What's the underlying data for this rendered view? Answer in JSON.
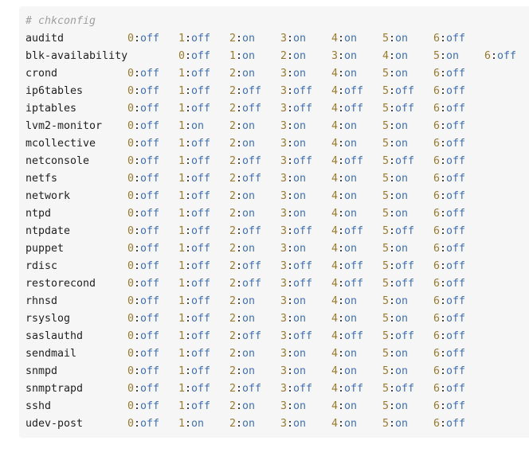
{
  "comment": "# chkconfig",
  "rows": [
    {
      "service": "auditd",
      "levels": [
        [
          "0",
          "off"
        ],
        [
          "1",
          "off"
        ],
        [
          "2",
          "on"
        ],
        [
          "3",
          "on"
        ],
        [
          "4",
          "on"
        ],
        [
          "5",
          "on"
        ],
        [
          "6",
          "off"
        ]
      ]
    },
    {
      "service": "blk-availability",
      "levels": [
        [
          "0",
          "off"
        ],
        [
          "1",
          "on"
        ],
        [
          "2",
          "on"
        ],
        [
          "3",
          "on"
        ],
        [
          "4",
          "on"
        ],
        [
          "5",
          "on"
        ],
        [
          "6",
          "off"
        ]
      ]
    },
    {
      "service": "crond",
      "levels": [
        [
          "0",
          "off"
        ],
        [
          "1",
          "off"
        ],
        [
          "2",
          "on"
        ],
        [
          "3",
          "on"
        ],
        [
          "4",
          "on"
        ],
        [
          "5",
          "on"
        ],
        [
          "6",
          "off"
        ]
      ]
    },
    {
      "service": "ip6tables",
      "levels": [
        [
          "0",
          "off"
        ],
        [
          "1",
          "off"
        ],
        [
          "2",
          "off"
        ],
        [
          "3",
          "off"
        ],
        [
          "4",
          "off"
        ],
        [
          "5",
          "off"
        ],
        [
          "6",
          "off"
        ]
      ]
    },
    {
      "service": "iptables",
      "levels": [
        [
          "0",
          "off"
        ],
        [
          "1",
          "off"
        ],
        [
          "2",
          "off"
        ],
        [
          "3",
          "off"
        ],
        [
          "4",
          "off"
        ],
        [
          "5",
          "off"
        ],
        [
          "6",
          "off"
        ]
      ]
    },
    {
      "service": "lvm2-monitor",
      "levels": [
        [
          "0",
          "off"
        ],
        [
          "1",
          "on"
        ],
        [
          "2",
          "on"
        ],
        [
          "3",
          "on"
        ],
        [
          "4",
          "on"
        ],
        [
          "5",
          "on"
        ],
        [
          "6",
          "off"
        ]
      ]
    },
    {
      "service": "mcollective",
      "levels": [
        [
          "0",
          "off"
        ],
        [
          "1",
          "off"
        ],
        [
          "2",
          "on"
        ],
        [
          "3",
          "on"
        ],
        [
          "4",
          "on"
        ],
        [
          "5",
          "on"
        ],
        [
          "6",
          "off"
        ]
      ]
    },
    {
      "service": "netconsole",
      "levels": [
        [
          "0",
          "off"
        ],
        [
          "1",
          "off"
        ],
        [
          "2",
          "off"
        ],
        [
          "3",
          "off"
        ],
        [
          "4",
          "off"
        ],
        [
          "5",
          "off"
        ],
        [
          "6",
          "off"
        ]
      ]
    },
    {
      "service": "netfs",
      "levels": [
        [
          "0",
          "off"
        ],
        [
          "1",
          "off"
        ],
        [
          "2",
          "off"
        ],
        [
          "3",
          "on"
        ],
        [
          "4",
          "on"
        ],
        [
          "5",
          "on"
        ],
        [
          "6",
          "off"
        ]
      ]
    },
    {
      "service": "network",
      "levels": [
        [
          "0",
          "off"
        ],
        [
          "1",
          "off"
        ],
        [
          "2",
          "on"
        ],
        [
          "3",
          "on"
        ],
        [
          "4",
          "on"
        ],
        [
          "5",
          "on"
        ],
        [
          "6",
          "off"
        ]
      ]
    },
    {
      "service": "ntpd",
      "levels": [
        [
          "0",
          "off"
        ],
        [
          "1",
          "off"
        ],
        [
          "2",
          "on"
        ],
        [
          "3",
          "on"
        ],
        [
          "4",
          "on"
        ],
        [
          "5",
          "on"
        ],
        [
          "6",
          "off"
        ]
      ]
    },
    {
      "service": "ntpdate",
      "levels": [
        [
          "0",
          "off"
        ],
        [
          "1",
          "off"
        ],
        [
          "2",
          "off"
        ],
        [
          "3",
          "off"
        ],
        [
          "4",
          "off"
        ],
        [
          "5",
          "off"
        ],
        [
          "6",
          "off"
        ]
      ]
    },
    {
      "service": "puppet",
      "levels": [
        [
          "0",
          "off"
        ],
        [
          "1",
          "off"
        ],
        [
          "2",
          "on"
        ],
        [
          "3",
          "on"
        ],
        [
          "4",
          "on"
        ],
        [
          "5",
          "on"
        ],
        [
          "6",
          "off"
        ]
      ]
    },
    {
      "service": "rdisc",
      "levels": [
        [
          "0",
          "off"
        ],
        [
          "1",
          "off"
        ],
        [
          "2",
          "off"
        ],
        [
          "3",
          "off"
        ],
        [
          "4",
          "off"
        ],
        [
          "5",
          "off"
        ],
        [
          "6",
          "off"
        ]
      ]
    },
    {
      "service": "restorecond",
      "levels": [
        [
          "0",
          "off"
        ],
        [
          "1",
          "off"
        ],
        [
          "2",
          "off"
        ],
        [
          "3",
          "off"
        ],
        [
          "4",
          "off"
        ],
        [
          "5",
          "off"
        ],
        [
          "6",
          "off"
        ]
      ]
    },
    {
      "service": "rhnsd",
      "levels": [
        [
          "0",
          "off"
        ],
        [
          "1",
          "off"
        ],
        [
          "2",
          "on"
        ],
        [
          "3",
          "on"
        ],
        [
          "4",
          "on"
        ],
        [
          "5",
          "on"
        ],
        [
          "6",
          "off"
        ]
      ]
    },
    {
      "service": "rsyslog",
      "levels": [
        [
          "0",
          "off"
        ],
        [
          "1",
          "off"
        ],
        [
          "2",
          "on"
        ],
        [
          "3",
          "on"
        ],
        [
          "4",
          "on"
        ],
        [
          "5",
          "on"
        ],
        [
          "6",
          "off"
        ]
      ]
    },
    {
      "service": "saslauthd",
      "levels": [
        [
          "0",
          "off"
        ],
        [
          "1",
          "off"
        ],
        [
          "2",
          "off"
        ],
        [
          "3",
          "off"
        ],
        [
          "4",
          "off"
        ],
        [
          "5",
          "off"
        ],
        [
          "6",
          "off"
        ]
      ]
    },
    {
      "service": "sendmail",
      "levels": [
        [
          "0",
          "off"
        ],
        [
          "1",
          "off"
        ],
        [
          "2",
          "on"
        ],
        [
          "3",
          "on"
        ],
        [
          "4",
          "on"
        ],
        [
          "5",
          "on"
        ],
        [
          "6",
          "off"
        ]
      ]
    },
    {
      "service": "snmpd",
      "levels": [
        [
          "0",
          "off"
        ],
        [
          "1",
          "off"
        ],
        [
          "2",
          "on"
        ],
        [
          "3",
          "on"
        ],
        [
          "4",
          "on"
        ],
        [
          "5",
          "on"
        ],
        [
          "6",
          "off"
        ]
      ]
    },
    {
      "service": "snmptrapd",
      "levels": [
        [
          "0",
          "off"
        ],
        [
          "1",
          "off"
        ],
        [
          "2",
          "off"
        ],
        [
          "3",
          "off"
        ],
        [
          "4",
          "off"
        ],
        [
          "5",
          "off"
        ],
        [
          "6",
          "off"
        ]
      ]
    },
    {
      "service": "sshd",
      "levels": [
        [
          "0",
          "off"
        ],
        [
          "1",
          "off"
        ],
        [
          "2",
          "on"
        ],
        [
          "3",
          "on"
        ],
        [
          "4",
          "on"
        ],
        [
          "5",
          "on"
        ],
        [
          "6",
          "off"
        ]
      ]
    },
    {
      "service": "udev-post",
      "levels": [
        [
          "0",
          "off"
        ],
        [
          "1",
          "on"
        ],
        [
          "2",
          "on"
        ],
        [
          "3",
          "on"
        ],
        [
          "4",
          "on"
        ],
        [
          "5",
          "on"
        ],
        [
          "6",
          "off"
        ]
      ]
    }
  ],
  "colors": {
    "background": "#f6f6f6",
    "number": "#9b7a2e",
    "keyword": "#3f70b8",
    "comment": "#a0a0a0",
    "text": "#222222"
  }
}
